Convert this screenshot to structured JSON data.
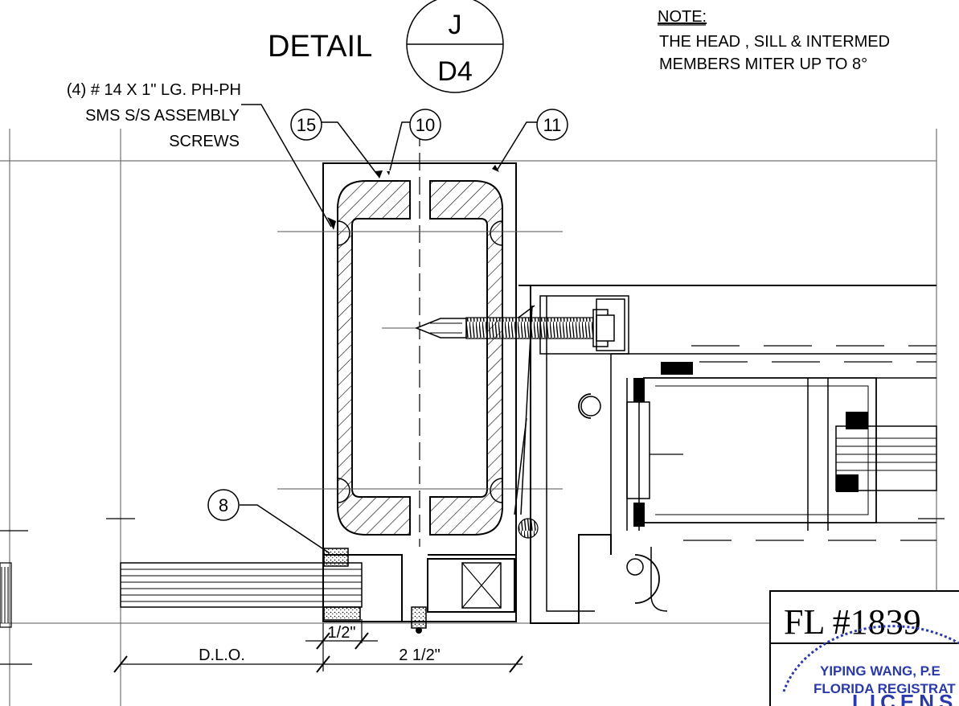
{
  "detail": {
    "word": "DETAIL",
    "letter": "J",
    "sheet": "D4"
  },
  "note": {
    "heading": "NOTE:",
    "line1": "THE HEAD , SILL & INTERMED",
    "line2": "MEMBERS MITER UP TO 8°"
  },
  "screw_callout": {
    "line1": "(4) # 14 X 1\" LG. PH-PH",
    "line2": "SMS S/S ASSEMBLY",
    "line3": "SCREWS"
  },
  "part_bubbles": {
    "p15": "15",
    "p10": "10",
    "p11": "11",
    "p8": "8"
  },
  "dimensions": {
    "half_inch": "1/2\"",
    "dlo": "D.L.O.",
    "two_half": "2 1/2\""
  },
  "title_block": {
    "fl_number": "FL #1839",
    "engineer": "YIPING WANG, P.E",
    "registration": "FLORIDA REGISTRAT",
    "seal_word": "LICENSE"
  },
  "colors": {
    "ink": "#000000",
    "seal": "#2a3aa8",
    "background": "#ffffff"
  }
}
